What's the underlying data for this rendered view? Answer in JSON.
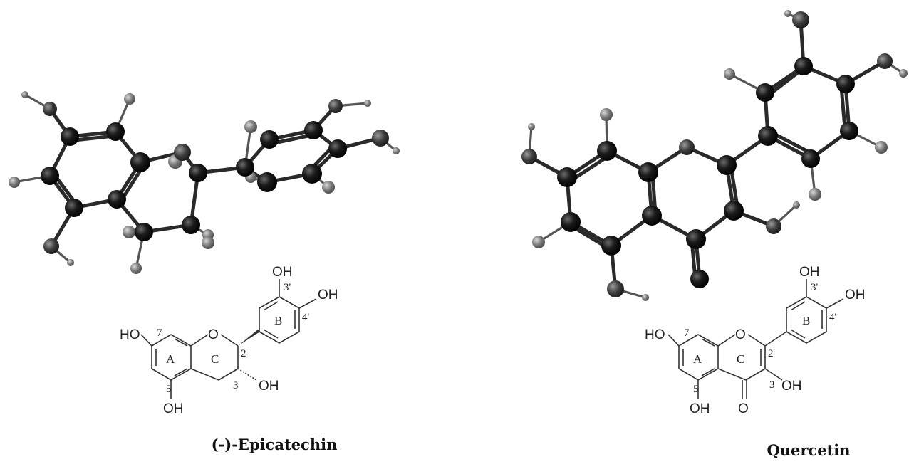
{
  "molecules": [
    {
      "name": "(-)-Epicatechin",
      "labels": {
        "oh_3p": "OH",
        "oh_4p": "OH",
        "oh_7": "HO",
        "oh_3": "OH",
        "oh_5": "OH",
        "o_ring": "O",
        "ring_a": "A",
        "ring_b": "B",
        "ring_c": "C",
        "n_7": "7",
        "n_5": "5",
        "n_3": "3",
        "n_2": "2",
        "n_3p": "3'",
        "n_4p": "4'"
      }
    },
    {
      "name": "Quercetin",
      "labels": {
        "oh_3p": "OH",
        "oh_4p": "OH",
        "oh_7": "HO",
        "oh_3": "OH",
        "oh_5": "OH",
        "o_ring": "O",
        "o_keto": "O",
        "ring_a": "A",
        "ring_b": "B",
        "ring_c": "C",
        "n_7": "7",
        "n_5": "5",
        "n_3": "3",
        "n_2": "2",
        "n_3p": "3'",
        "n_4p": "4'"
      }
    }
  ]
}
